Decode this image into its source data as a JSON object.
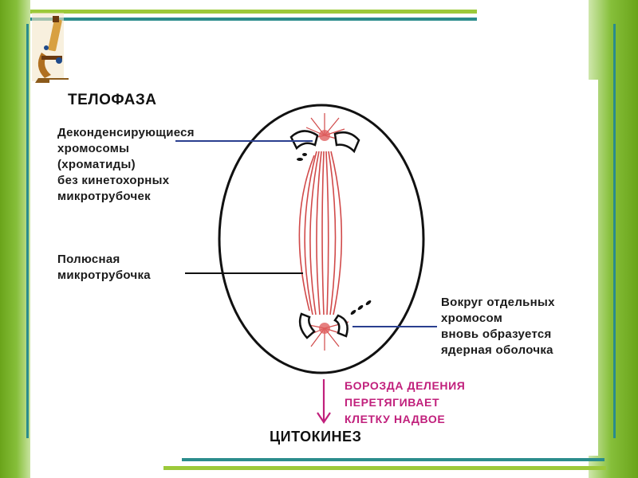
{
  "title": "ТЕЛОФАЗА",
  "bottom_title": "ЦИТОКИНЕЗ",
  "labels": {
    "decondensing": "Деконденсирующиеся\nхромосомы\n(хроматиды)\nбез кинетохорных\nмикротрубочек",
    "polar": "Полюсная\nмикротрубочка",
    "envelope": "Вокруг отдельных\nхромосом\nвновь образуется\nядерная оболочка",
    "furrow": "БОРОЗДА ДЕЛЕНИЯ\nПЕРЕТЯГИВАЕТ\nКЛЕТКУ НАДВОЕ"
  },
  "colors": {
    "accent_pink": "#c1207c",
    "spindle_red": "#d14a4a",
    "green": "#86bf3a",
    "teal": "#2a8c8c"
  },
  "icons": {
    "logo": "microscope-icon"
  }
}
